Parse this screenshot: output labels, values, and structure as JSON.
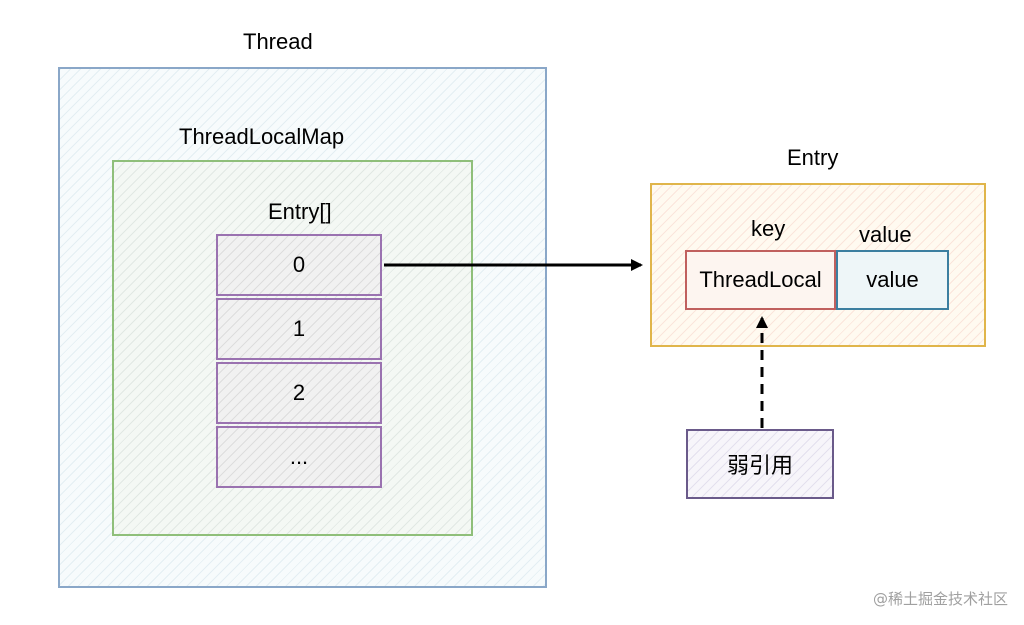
{
  "thread": {
    "title": "Thread"
  },
  "thread_local_map": {
    "title": "ThreadLocalMap"
  },
  "entry_array": {
    "title": "Entry[]",
    "cells": [
      "0",
      "1",
      "2",
      "..."
    ]
  },
  "entry": {
    "title": "Entry",
    "key_header": "key",
    "value_header": "value",
    "key_value": "ThreadLocal",
    "value_value": "value"
  },
  "weak_ref": {
    "label": "弱引用"
  },
  "watermark": "@稀土掘金技术社区",
  "colors": {
    "thread_border": "#8aa7c8",
    "map_border": "#8fbf7a",
    "array_border": "#9a72b0",
    "entry_border": "#e0b54a",
    "key_border": "#c0605e",
    "value_border": "#3c7fa0",
    "weak_border": "#6a5a8a"
  }
}
